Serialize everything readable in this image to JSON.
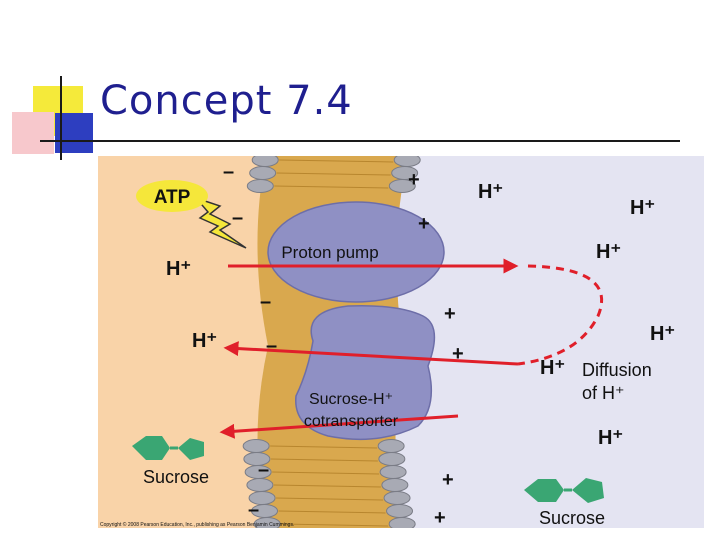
{
  "slide": {
    "title": "Concept 7.4"
  },
  "diagram": {
    "atp_label": "ATP",
    "proton_pump_label": "Proton pump",
    "cotransporter_label_line1": "Sucrose-H⁺",
    "cotransporter_label_line2": "cotransporter",
    "diffusion_label_line1": "Diffusion",
    "diffusion_label_line2": "of H⁺",
    "sucrose_left_label": "Sucrose",
    "sucrose_right_label": "Sucrose",
    "ion_label": "H⁺",
    "minus_sign": "–",
    "plus_sign": "+",
    "copyright": "Copyright © 2008 Pearson Education, Inc., publishing as Pearson Benjamin Cummings."
  },
  "colors": {
    "cytoplasm": "#f9d3a8",
    "outside": "#e4e4f2",
    "lipid_head": "#a8aab4",
    "lipid_tail": "#d9a84e",
    "protein": "#8f90c4",
    "arrow_red": "#e01f2a",
    "sucrose_green": "#3aa673",
    "title_blue": "#1f1f8f",
    "bolt_yellow": "#f5e73a"
  }
}
